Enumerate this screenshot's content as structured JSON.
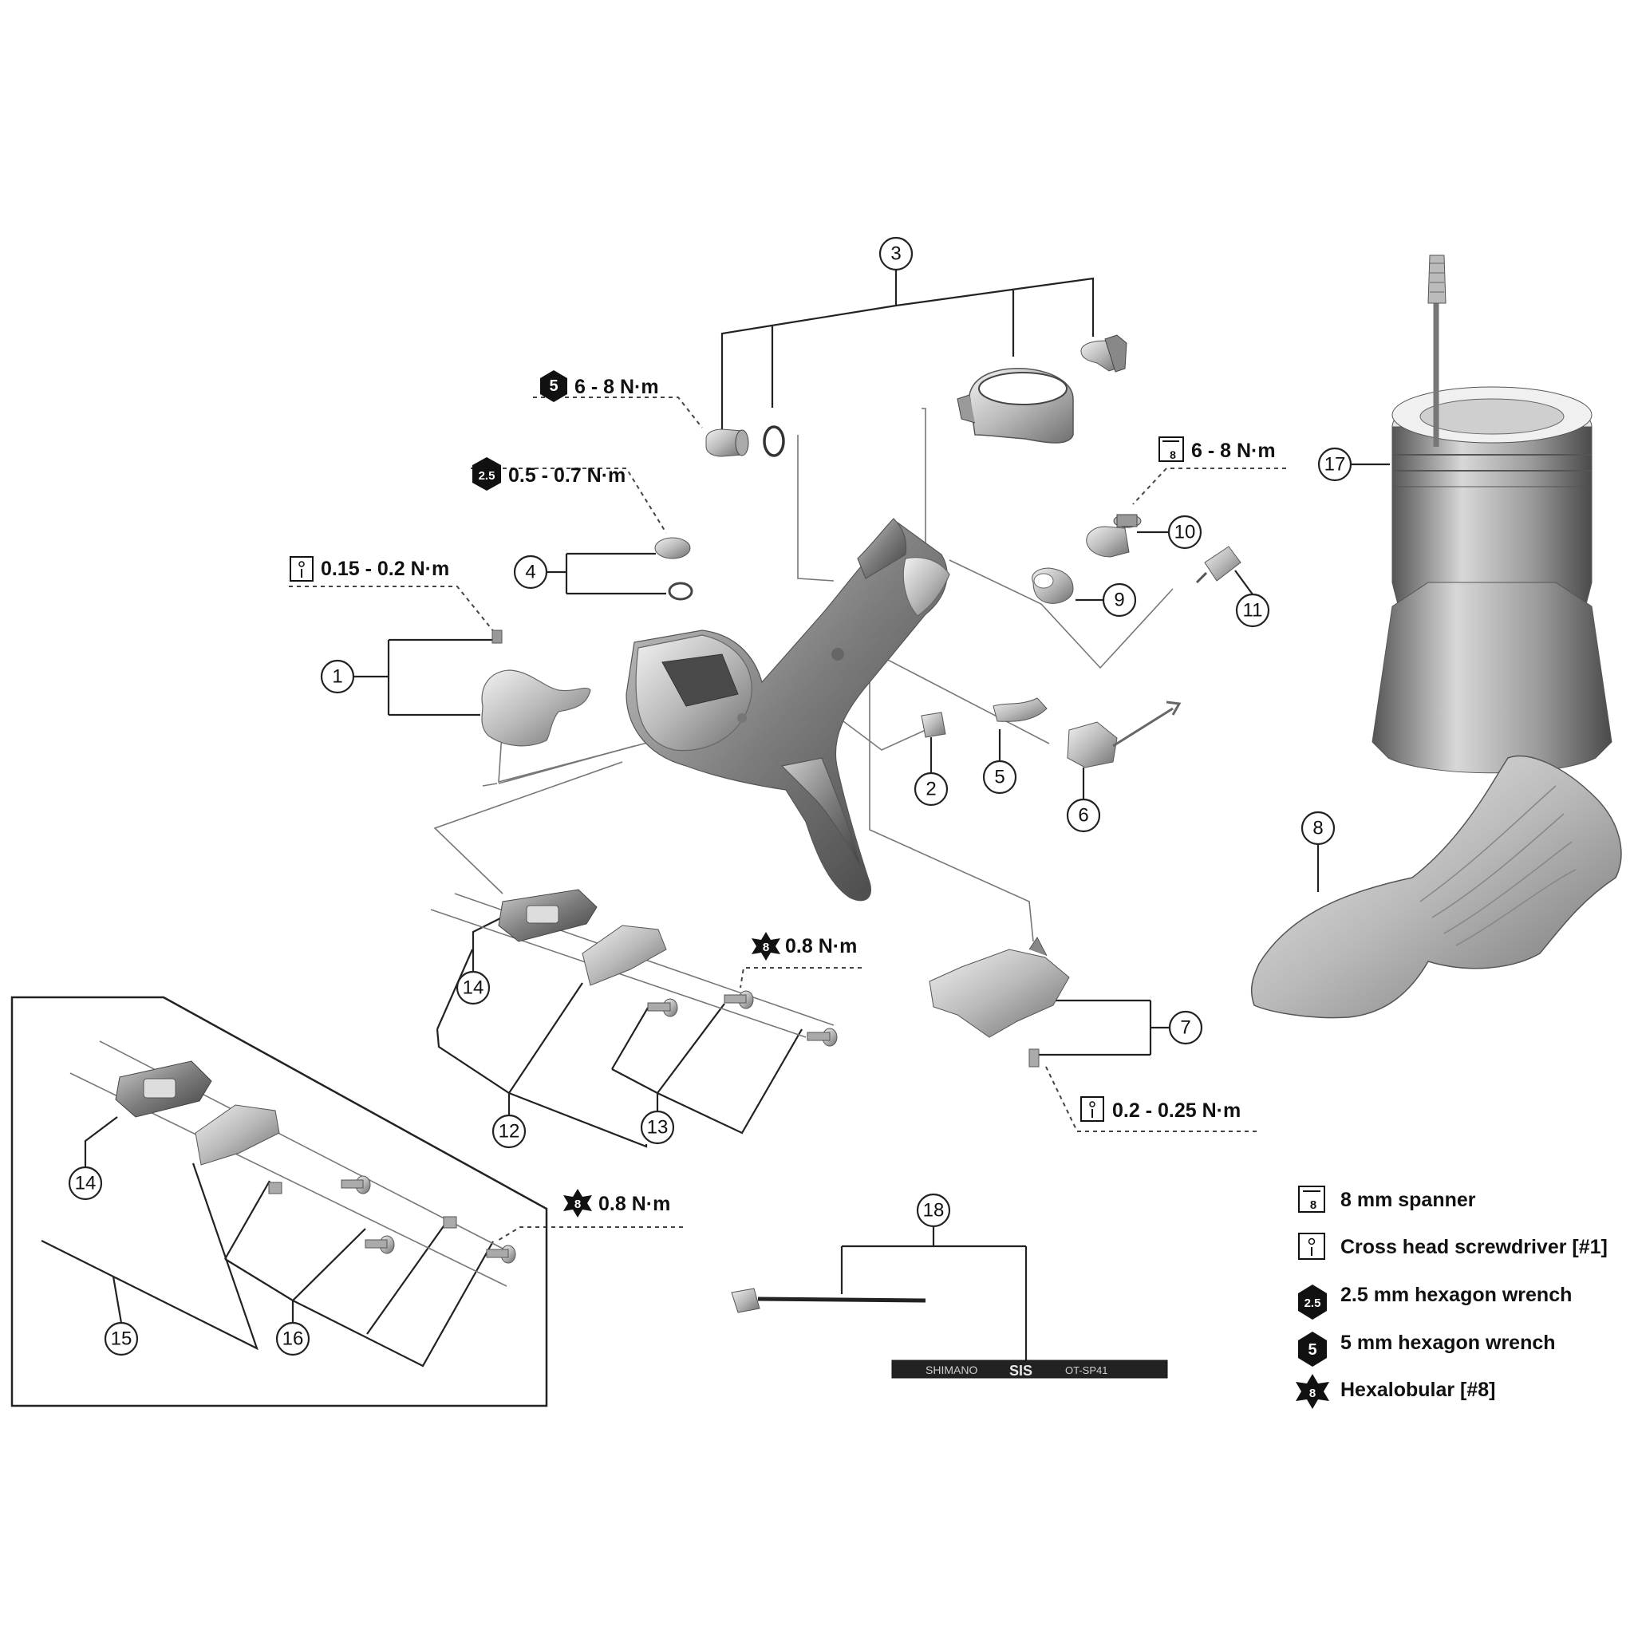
{
  "callouts": [
    "1",
    "2",
    "3",
    "4",
    "5",
    "6",
    "7",
    "8",
    "9",
    "10",
    "11",
    "12",
    "13",
    "14",
    "15",
    "16",
    "17",
    "18"
  ],
  "torques": {
    "t_upper_left": "6 - 8 N·m",
    "t_cap": "0.5 - 0.7 N·m",
    "t_lever_screw": "0.15 - 0.2 N·m",
    "t_adjuster": "6 - 8 N·m",
    "t_bracket": "0.8 N·m",
    "t_cover": "0.2 - 0.25 N·m",
    "t_inset": "0.8 N·m"
  },
  "tool_badges": {
    "hex25": "2.5",
    "hex5": "5",
    "spanner8": "8",
    "torx8": "8"
  },
  "legend": [
    {
      "icon": "spanner-8mm-icon",
      "label": "8 mm spanner"
    },
    {
      "icon": "cross-head-screwdriver-icon",
      "label": "Cross head screwdriver [#1]"
    },
    {
      "icon": "hex-wrench-2-5-icon",
      "label": "2.5 mm hexagon wrench"
    },
    {
      "icon": "hex-wrench-5-icon",
      "label": "5 mm hexagon wrench"
    },
    {
      "icon": "hexalobular-8-icon",
      "label": "Hexalobular [#8]"
    }
  ],
  "cable_print": {
    "brand": "SHIMANO",
    "model": "SIS",
    "code": "OT-SP41"
  },
  "colors": {
    "line": "#222222",
    "metal_light": "#e6e6e6",
    "metal_dark": "#6e6e6e",
    "badge": "#111111"
  }
}
